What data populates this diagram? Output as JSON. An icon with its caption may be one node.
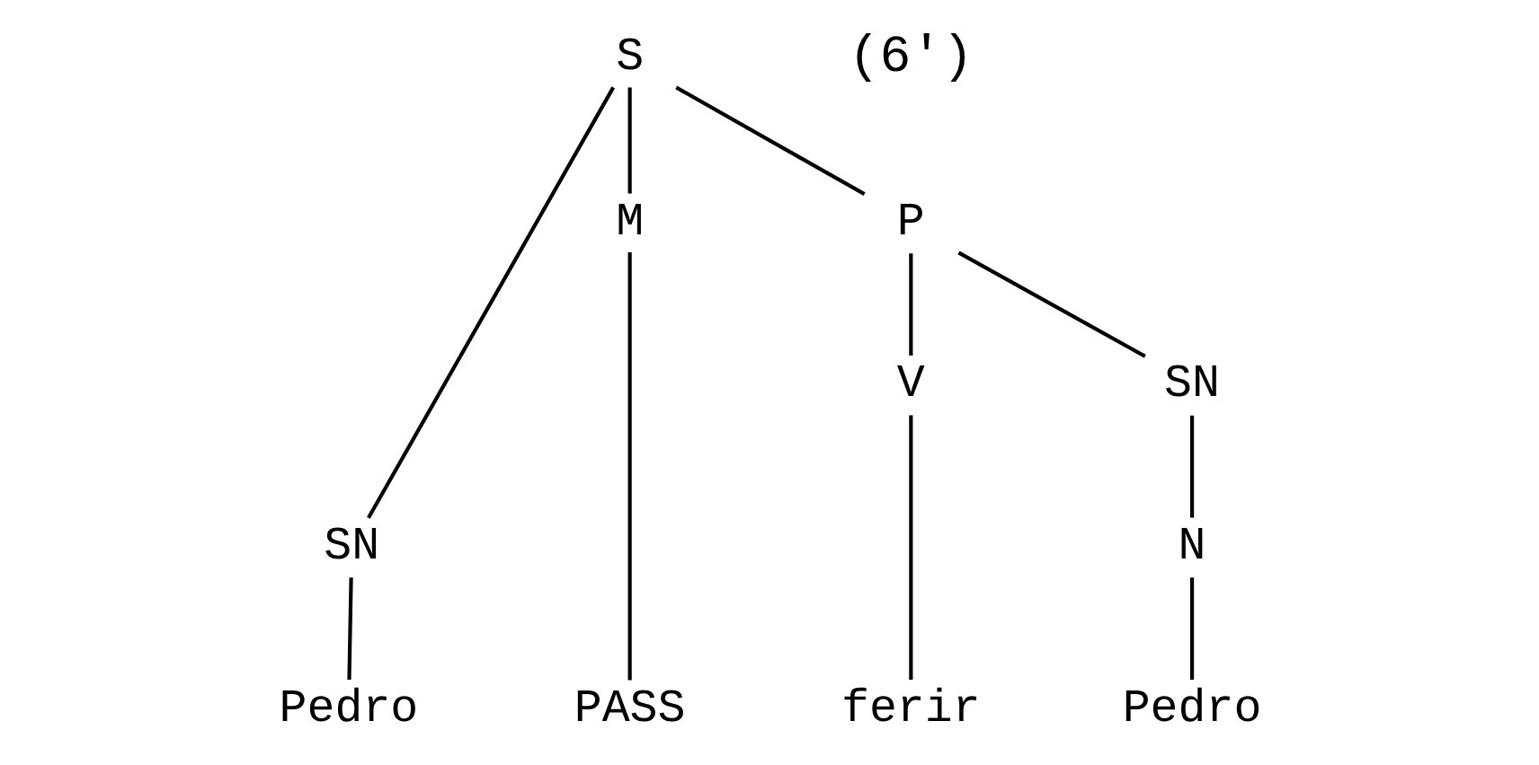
{
  "diagram": {
    "nodes": [
      {
        "text": [
          "S"
        ]
      },
      {
        "text": [
          "SN"
        ]
      },
      {
        "text": [
          "M"
        ]
      },
      {
        "text": [
          "P"
        ]
      },
      {
        "text": [
          "V"
        ]
      },
      {
        "text": [
          "SN"
        ]
      },
      {
        "text": [
          "N"
        ]
      },
      {
        "text": [
          "Pedro"
        ]
      },
      {
        "text": [
          "PASS"
        ]
      },
      {
        "text": [
          "ferir"
        ]
      },
      {
        "text": [
          "Pedro"
        ]
      }
    ],
    "edges": [
      {
        "from": 0,
        "to": 1,
        "arrow": "none"
      },
      {
        "from": 0,
        "to": 2,
        "arrow": "none"
      },
      {
        "from": 0,
        "to": 3,
        "arrow": "none"
      },
      {
        "from": 1,
        "to": 7,
        "arrow": "none"
      },
      {
        "from": 2,
        "to": 8,
        "arrow": "none"
      },
      {
        "from": 3,
        "to": 4,
        "arrow": "none"
      },
      {
        "from": 3,
        "to": 5,
        "arrow": "none"
      },
      {
        "from": 4,
        "to": 9,
        "arrow": "none"
      },
      {
        "from": 5,
        "to": 6,
        "arrow": "none"
      },
      {
        "from": 6,
        "to": 10,
        "arrow": "none"
      }
    ],
    "labels": [
      "(6')"
    ]
  }
}
